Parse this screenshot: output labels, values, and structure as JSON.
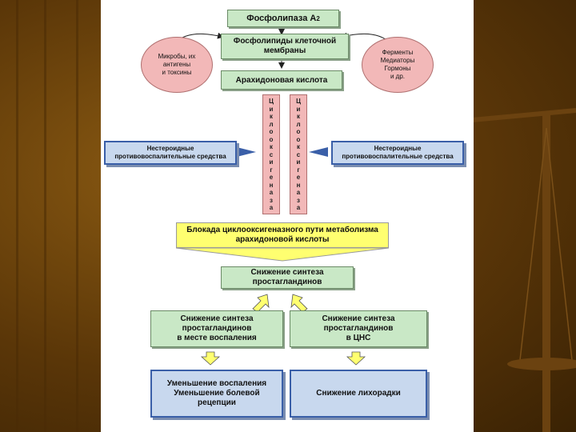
{
  "nodes": {
    "phospholipase": {
      "label": "Фосфолипаза А",
      "sub": "2"
    },
    "phospholipids": {
      "label": "Фосфолипиды клеточной\nмембраны"
    },
    "arachidonic": {
      "label": "Арахидоновая кислота"
    },
    "microbes": {
      "lines": [
        "Микробы, их",
        "антигены",
        "и токсины"
      ]
    },
    "enzymes": {
      "lines": [
        "Ферменты",
        "Медиаторы",
        "Гормоны",
        "и др."
      ]
    },
    "cox_left": {
      "text": "Циклооксигеназа"
    },
    "cox_right": {
      "text": "Циклооксигеназа"
    },
    "nsaid_left": {
      "label": "Нестероидные\nпротивовоспалительные средства"
    },
    "nsaid_right": {
      "label": "Нестероидные\nпротивовоспалительные средства"
    },
    "blockade": {
      "label": "Блокада циклооксигеназного пути метаболизма\nарахидоновой кислоты"
    },
    "reduction": {
      "label": "Снижение синтеза\nпростагландинов"
    },
    "reduction_inflammation_site": {
      "label": "Снижение синтеза\nпростагландинов\nв месте воспаления"
    },
    "reduction_cns": {
      "label": "Снижение синтеза\nпростагландинов\nв ЦНС"
    },
    "effect_inflammation": {
      "label": "Уменьшение воспаления\nУменьшение болевой\nрецепции"
    },
    "effect_fever": {
      "label": "Снижение лихорадки"
    }
  },
  "colors": {
    "green_box": "#c9e8c6",
    "pink": "#f2b8b8",
    "blue_box": "#c8d8ee",
    "blue_border": "#3a5fa8",
    "yellow": "#ffff70",
    "background": "#5a3608"
  }
}
